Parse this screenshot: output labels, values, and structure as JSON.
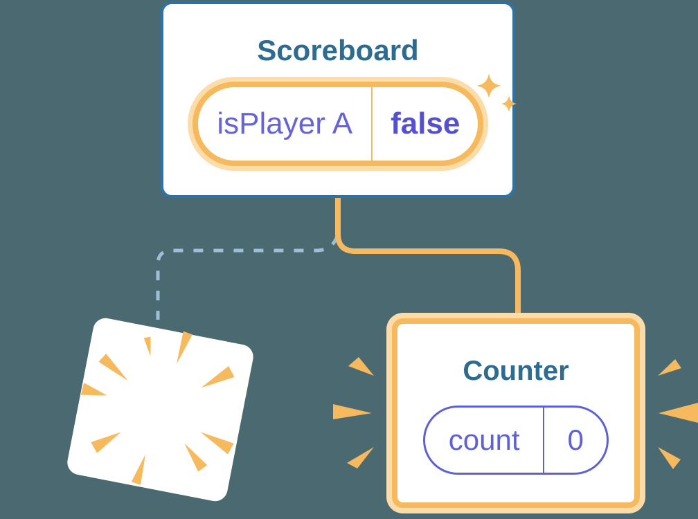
{
  "diagram": {
    "description": "Component tree diagram: Scoreboard parent keeps state while its Counter child is destroyed and a new Counter is mounted"
  },
  "scoreboard": {
    "title": "Scoreboard",
    "state_name": "isPlayer A",
    "state_value": "false"
  },
  "counter": {
    "title": "Counter",
    "state_name": "count",
    "state_value": "0"
  },
  "icons": {
    "sparkles": "sparkles-icon",
    "poof_burst": "poof-burst-icon",
    "emphasis_left": "burst-left-icon",
    "emphasis_right": "burst-right-icon"
  },
  "colors": {
    "background": "#4b6971",
    "scoreboard_border": "#2d73a8",
    "component_title": "#2e6b90",
    "accent_orange": "#f7b95d",
    "accent_orange_light": "#fcdda9",
    "state_name_indigo": "#6663d6",
    "state_value_indigo": "#5450d0",
    "counter_pill_indigo": "#5d60d8",
    "dashed_connector": "#9fbdd4",
    "card_background": "#ffffff"
  }
}
